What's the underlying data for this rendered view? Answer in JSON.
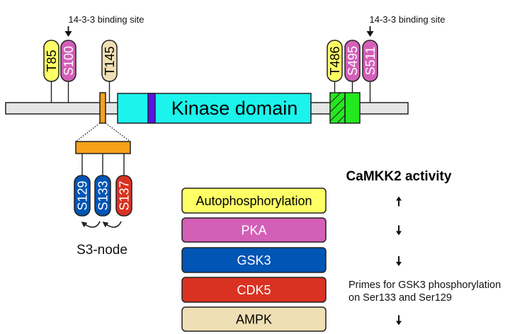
{
  "annotations": {
    "binding_site_left": "14-3-3 binding site",
    "binding_site_right": "14-3-3 binding site",
    "s3_node": "S3-node"
  },
  "protein": {
    "kinase_domain_label": "Kinase domain",
    "colors": {
      "backbone": "#e6e6e6",
      "s3_region": "#f8a11a",
      "kinase_domain": "#1bf3ec",
      "kinase_domain_stripe": "#5a12f0",
      "c_terminal_domain": "#24e81f"
    }
  },
  "kinases": {
    "autophosphorylation": {
      "label": "Autophosphorylation",
      "fill": "#ffff66",
      "text": "#000000"
    },
    "pka": {
      "label": "PKA",
      "fill": "#d35fb7",
      "text": "#ffffff"
    },
    "gsk3": {
      "label": "GSK3",
      "fill": "#0055b5",
      "text": "#ffffff"
    },
    "cdk5": {
      "label": "CDK5",
      "fill": "#da3222",
      "text": "#ffffff"
    },
    "ampk": {
      "label": "AMPK",
      "fill": "#efdfb4",
      "text": "#000000"
    }
  },
  "sites": [
    {
      "label": "T85",
      "kinase": "autophosphorylation"
    },
    {
      "label": "S100",
      "kinase": "pka"
    },
    {
      "label": "T145",
      "kinase": "ampk"
    },
    {
      "label": "T486",
      "kinase": "autophosphorylation"
    },
    {
      "label": "S495",
      "kinase": "pka"
    },
    {
      "label": "S511",
      "kinase": "pka"
    },
    {
      "label": "S129",
      "kinase": "gsk3"
    },
    {
      "label": "S133",
      "kinase": "gsk3"
    },
    {
      "label": "S137",
      "kinase": "cdk5"
    }
  ],
  "legend": {
    "title": "CaMKK2 activity",
    "rows": [
      {
        "kinase": "autophosphorylation",
        "effect": "up"
      },
      {
        "kinase": "pka",
        "effect": "down"
      },
      {
        "kinase": "gsk3",
        "effect": "down"
      },
      {
        "kinase": "cdk5",
        "effect": "note",
        "note_lines": [
          "Primes for GSK3 phosphorylation",
          "on Ser133 and Ser129"
        ]
      },
      {
        "kinase": "ampk",
        "effect": "down"
      }
    ]
  }
}
